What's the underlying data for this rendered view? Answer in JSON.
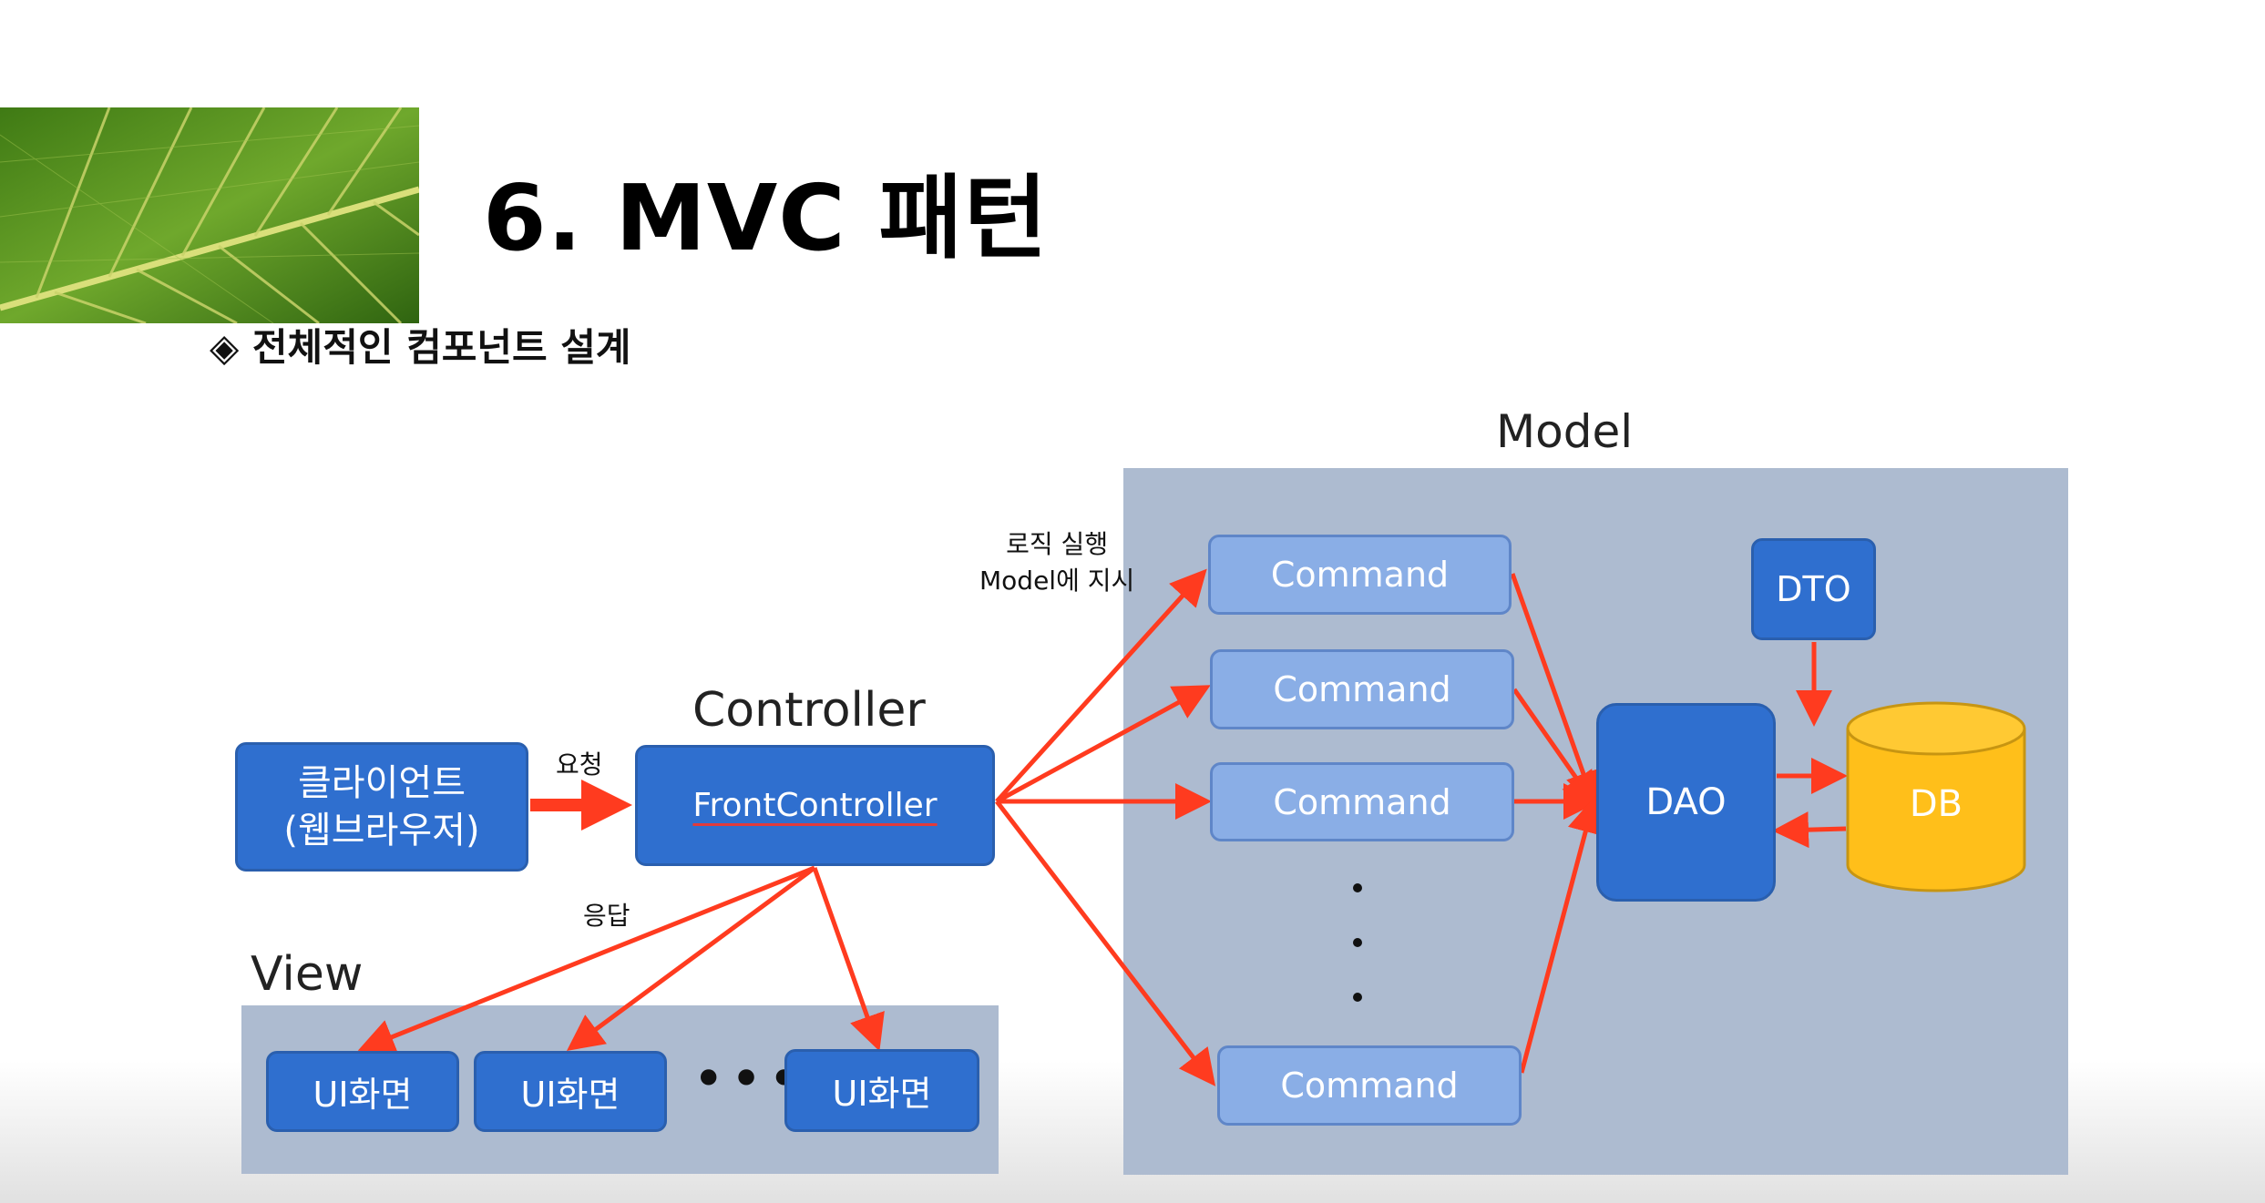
{
  "slide": {
    "title": "6. MVC 패턴",
    "subtitle": "◈ 전체적인 컴포넌트 설계"
  },
  "diagram": {
    "model_label": "Model",
    "controller_label": "Controller",
    "view_label": "View",
    "client_line1": "클라이언트",
    "client_line2": "(웹브라우저)",
    "front_controller": "FrontController",
    "request_label": "요청",
    "response_label": "응답",
    "logic_line1": "로직 실행",
    "logic_line2": "Model에 지시",
    "commands": [
      "Command",
      "Command",
      "Command",
      "Command"
    ],
    "dao": "DAO",
    "dto": "DTO",
    "db": "DB",
    "ui_screens": [
      "UI화면",
      "UI화면",
      "UI화면"
    ],
    "ellipsis": "•••"
  },
  "colors": {
    "dark_box": "#2f6fcf",
    "light_box": "#8aaee6",
    "panel": "#adbbd0",
    "arrow": "#ff3b1f",
    "db": "#ffbf1a"
  }
}
